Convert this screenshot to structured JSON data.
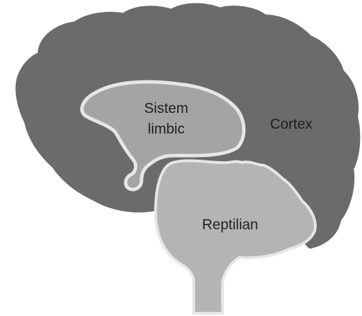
{
  "diagram": {
    "regions": {
      "cortex": {
        "label": "Cortex",
        "color": "#6b6b6b"
      },
      "limbic": {
        "label_line1": "Sistem",
        "label_line2": "limbic",
        "color": "#a4a4a4"
      },
      "reptilian": {
        "label": "Reptilian",
        "color": "#b4b4b4"
      }
    },
    "outline_color": "#e6e6e6"
  }
}
